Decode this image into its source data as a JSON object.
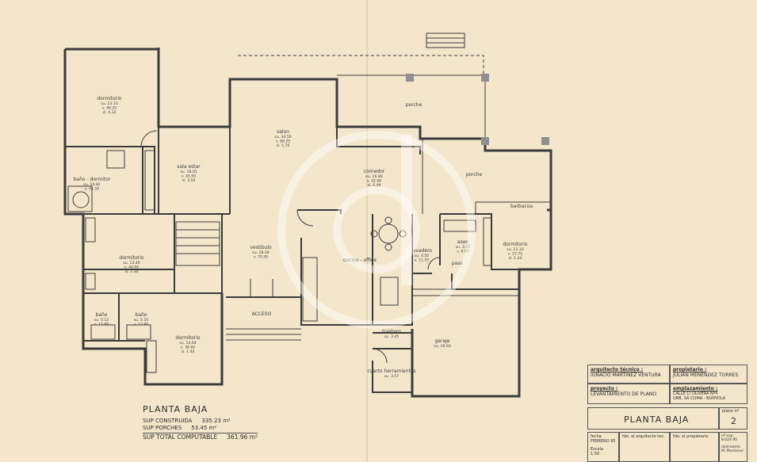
{
  "plan": {
    "rooms": [
      {
        "id": "dormitorio-1",
        "name": "dormitorio",
        "lines": [
          "su. 22.10",
          "v. 46.25",
          "sl. 4.32"
        ]
      },
      {
        "id": "baño-dormitorio",
        "name": "baño - dormitor",
        "lines": [
          "su. 10.82",
          "v. 41.55"
        ]
      },
      {
        "id": "estar",
        "name": "sala estar",
        "lines": [
          "su. 18.01",
          "v. 45.00",
          "sl. 3.55"
        ]
      },
      {
        "id": "salon",
        "name": "salon",
        "lines": [
          "su. 34.50",
          "v. 89.25",
          "sl. 5.76"
        ]
      },
      {
        "id": "comedor",
        "name": "comedor",
        "lines": [
          "su. 16.80",
          "v. 42.00",
          "sl. 6.49"
        ]
      },
      {
        "id": "porche-1",
        "name": "porche",
        "lines": []
      },
      {
        "id": "porche-2",
        "name": "porche",
        "lines": []
      },
      {
        "id": "barbacoa",
        "name": "barbacoa",
        "lines": []
      },
      {
        "id": "dormitorio-2",
        "name": "dormitorio",
        "lines": [
          "su. 13.40",
          "v. 44.00",
          "sl. 2.30"
        ]
      },
      {
        "id": "vestibulo",
        "name": "vestibulo",
        "lines": [
          "su. 28.18",
          "v. 70.45"
        ]
      },
      {
        "id": "cocina",
        "name": "cocina - office",
        "lines": []
      },
      {
        "id": "lavadero",
        "name": "lavadero",
        "lines": [
          "su. 4.50",
          "v. 11.25"
        ]
      },
      {
        "id": "aseo",
        "name": "aseo",
        "lines": [
          "su. 3.55",
          "v. 8.87"
        ]
      },
      {
        "id": "dormitorio-3",
        "name": "dormitorio",
        "lines": [
          "su. 11.10",
          "v. 27.75",
          "sl. 1.44"
        ]
      },
      {
        "id": "paso",
        "name": "paso",
        "lines": []
      },
      {
        "id": "baño-1",
        "name": "baño",
        "lines": [
          "su. 5.12",
          "v. 12.80"
        ]
      },
      {
        "id": "baño-2",
        "name": "baño",
        "lines": [
          "su. 5.16",
          "v. 12.90"
        ]
      },
      {
        "id": "dormitorio-4",
        "name": "dormitorio",
        "lines": [
          "su. 14.64",
          "v. 36.60",
          "sl. 1.44"
        ]
      },
      {
        "id": "acceso",
        "name": "ACCESO",
        "lines": []
      },
      {
        "id": "trastero",
        "name": "trastero",
        "lines": [
          "su. 3.45"
        ]
      },
      {
        "id": "cuarto",
        "name": "cuarto herramientas",
        "lines": [
          "su. 3.57"
        ]
      },
      {
        "id": "garaje",
        "name": "garaje",
        "lines": [
          "su. 30.93"
        ]
      }
    ]
  },
  "summary": {
    "title": "PLANTA BAJA",
    "rows": [
      {
        "label": "SUP CONSTRUIDA",
        "value": "335.23 m²"
      },
      {
        "label": "SUP PORCHES",
        "value": "53.45 m²"
      },
      {
        "label": "SUP TOTAL COMPUTABLE",
        "value": "361.96 m²"
      }
    ]
  },
  "title_block": {
    "arquitecto_label": "arquitecto técnico :",
    "arquitecto_value": "IGNACIO MARTINEZ VENTURA",
    "propietario_label": "propietario :",
    "propietario_value": "JULIAN MENENDEZ TORRES",
    "proyecto_label": "proyecto :",
    "proyecto_value": "LEVANTAMIENTO DE PLANO",
    "emplazamiento_label": "emplazamiento :",
    "emplazamiento_value1": "CALLE C/ OLIVERA Nº4",
    "emplazamiento_value2": "URB. SA COMA - BUNYOLA",
    "plano_title": "PLANTA BAJA",
    "plano_no_label": "plano nº",
    "plano_no_value": "2",
    "fecha_label": "fecha",
    "fecha_value": "FEBRERO 95",
    "escala_label": "Escala",
    "escala_value": "1:50",
    "firma_arquitecto": "fdo. el arquitecto tec.",
    "firma_propietario": "fdo. el propietario",
    "exp_label": "nº exp.",
    "exp_value": "8.024.95",
    "delineante_label": "delineante",
    "delineante_value": "M. Muntaner"
  }
}
